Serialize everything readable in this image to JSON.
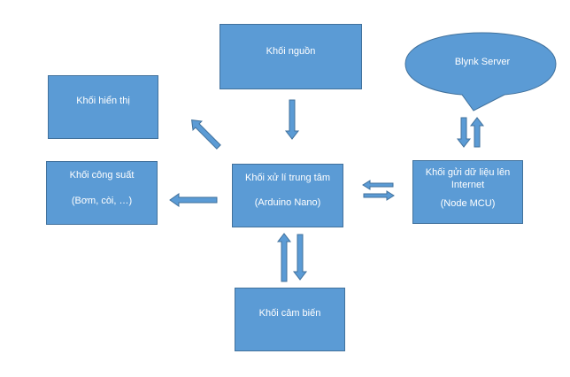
{
  "blocks": {
    "power": "Khối nguồn",
    "display": "Khối hiển thị",
    "power_stage": {
      "line1": "Khối công suất",
      "line2": "(Bơm, còi, …)"
    },
    "cpu": {
      "line1": "Khối xử lí trung tâm",
      "line2": "(Arduino Nano)"
    },
    "internet": {
      "line1": "Khối gửi dữ liệu lên",
      "line2": "Internet",
      "line3": "(Node MCU)"
    },
    "sensor": "Khối cảm biến"
  },
  "server": {
    "label": "Blynk Server"
  },
  "colors": {
    "fill": "#5b9bd5",
    "border": "#41719c",
    "text": "#ffffff"
  }
}
